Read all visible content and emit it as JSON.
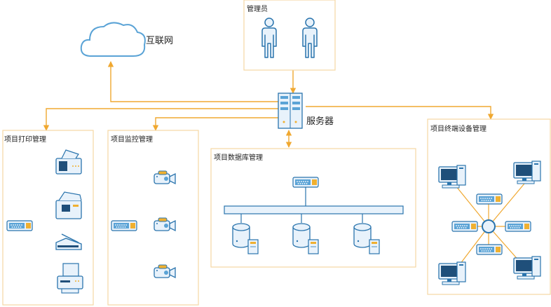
{
  "admin": {
    "title": "管理员"
  },
  "internet": {
    "label": "互联网"
  },
  "server": {
    "label": "服务器"
  },
  "groups": {
    "print": {
      "title": "项目打印管理"
    },
    "monitor": {
      "title": "项目监控管理"
    },
    "database": {
      "title": "项目数据库管理"
    },
    "terminal": {
      "title": "项目终端设备管理"
    }
  },
  "colors": {
    "box_border": "#f5d7a3",
    "line": "#f0a830",
    "device_blue": "#5aa3d6",
    "device_fill": "#e8f2fb",
    "outline": "#2a74ad",
    "accent": "#f0b030"
  }
}
